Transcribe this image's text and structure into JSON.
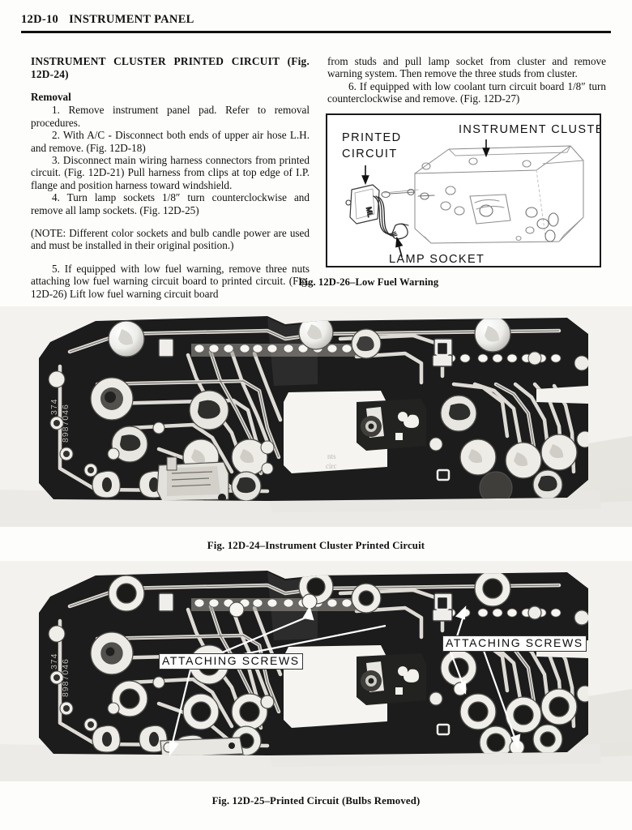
{
  "header": {
    "folio": "12D-10",
    "title": "INSTRUMENT PANEL"
  },
  "left_column": {
    "section_title_line1": "INSTRUMENT CLUSTER PRINTED CIRCUIT (Fig.",
    "section_title_line2": "12D-24)",
    "subsection_title": "Removal",
    "step_1": "1. Remove instrument panel pad. Refer to removal procedures.",
    "step_2": "2. With A/C - Disconnect both ends of upper air hose L.H. and remove. (Fig. 12D-18)",
    "step_3": "3. Disconnect main wiring harness connectors from printed circuit. (Fig. 12D-21) Pull harness from clips at top edge of I.P. flange and position harness toward windshield.",
    "step_4": "4. Turn lamp sockets 1/8″ turn counterclockwise and remove all lamp sockets. (Fig. 12D-25)",
    "note": "(NOTE: Different color sockets and bulb candle power are used and must be installed in their original position.)",
    "step_5": "5. If equipped with low fuel warning, remove three nuts attaching low fuel warning circuit board to printed circuit. (Fig. 12D-26) Lift low fuel warning circuit board"
  },
  "right_column": {
    "continuation": "from studs and pull lamp socket from cluster and remove warning system. Then remove the three studs from cluster.",
    "step_6": "6. If equipped with low coolant turn circuit board 1/8″ turn counterclockwise and remove. (Fig. 12D-27)"
  },
  "figure_26": {
    "caption": "Fig. 12D-26–Low Fuel Warning",
    "labels": {
      "instrument_cluster": "INSTRUMENT CLUSTER",
      "printed_circuit_line1": "PRINTED",
      "printed_circuit_line2": "CIRCUIT",
      "lamp_socket": "LAMP SOCKET"
    }
  },
  "figure_24": {
    "caption": "Fig. 12D-24–Instrument Cluster Printed Circuit",
    "board_marking_line1": "374",
    "board_marking_line2": "8987046"
  },
  "figure_25": {
    "caption": "Fig. 12D-25–Printed Circuit (Bulbs Removed)",
    "callout_left": "ATTACHING SCREWS",
    "callout_right": "ATTACHING SCREWS",
    "board_marking_line1": "374",
    "board_marking_line2": "8987046"
  },
  "colors": {
    "ink": "#111111",
    "paper": "#fdfdfb",
    "photo_background": "#f2f1ee",
    "board_dark": "#171717",
    "trace_light": "#e9e7e2"
  }
}
